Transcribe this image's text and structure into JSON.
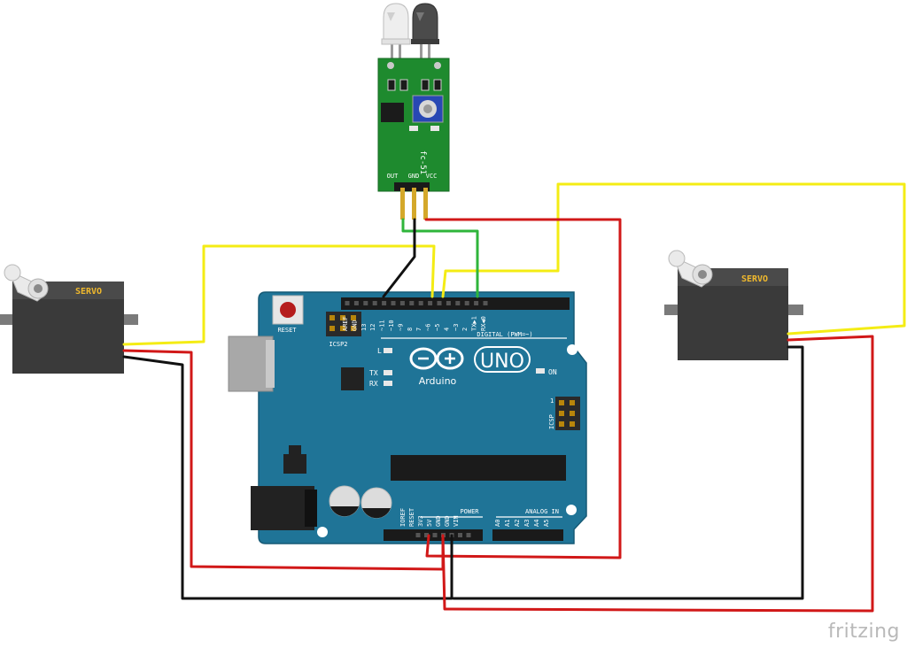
{
  "watermark": "fritzing",
  "sensor": {
    "label": "fc-51",
    "pin_labels": [
      "OUT",
      "GND",
      "VCC"
    ]
  },
  "servo_left": {
    "label": "SERVO"
  },
  "servo_right": {
    "label": "SERVO"
  },
  "arduino": {
    "brand": "Arduino",
    "model": "UNO",
    "reset_label": "RESET",
    "icsp2_label": "ICSP2",
    "icsp_label": "ICSP",
    "icsp_pin_one": "1",
    "digital_label": "DIGITAL (PWM=~)",
    "power_label": "POWER",
    "analog_label": "ANALOG IN",
    "on_label": "ON",
    "led_labels": [
      "L",
      "TX",
      "RX"
    ],
    "digital_pins": [
      "AREF",
      "GND",
      "13",
      "12",
      "~11",
      "~10",
      "~9",
      "8",
      "7",
      "~6",
      "~5",
      "4",
      "~3",
      "2",
      "TX▶1",
      "RX◀0"
    ],
    "power_pins": [
      "IOREF",
      "RESET",
      "3V3",
      "5V",
      "GND",
      "GND",
      "VIN"
    ],
    "analog_pins": [
      "A0",
      "A1",
      "A2",
      "A3",
      "A4",
      "A5"
    ]
  },
  "colors": {
    "board": "#1f7497",
    "wire_signal": "#f4ec14",
    "wire_power": "#d11818",
    "wire_ground": "#111111",
    "wire_sensor_out": "#2fb53b",
    "sensor_pcb": "#1e8a2e",
    "servo_body": "#3a3a3a",
    "servo_label": "#f0b92d"
  }
}
